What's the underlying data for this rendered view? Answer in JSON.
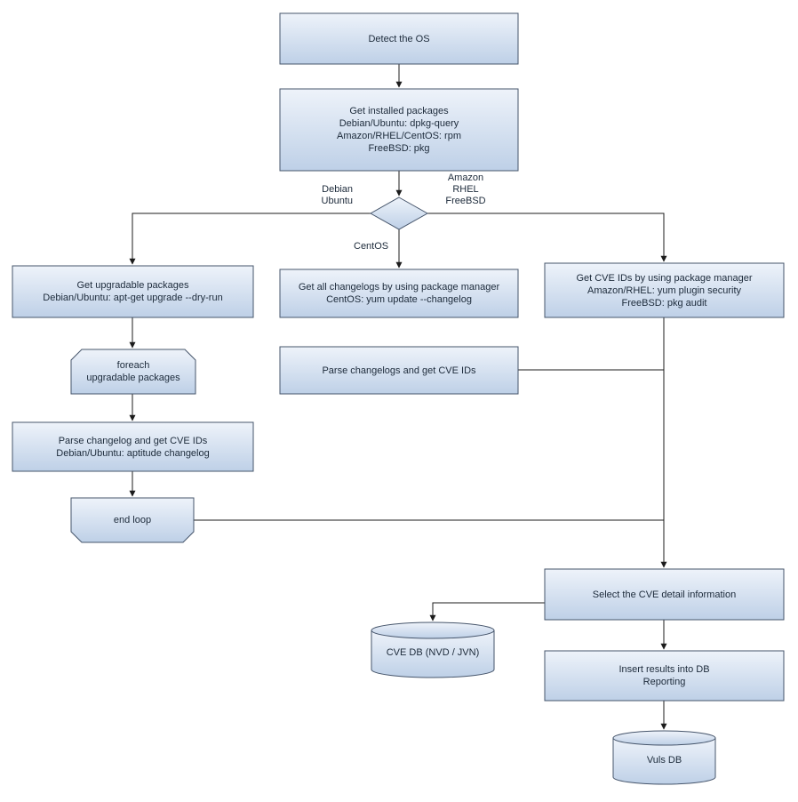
{
  "nodes": {
    "detect_os": {
      "lines": [
        "Detect the OS"
      ]
    },
    "get_installed_packages": {
      "lines": [
        "Get installed packages",
        "Debian/Ubuntu: dpkg-query",
        "Amazon/RHEL/CentOS: rpm",
        "FreeBSD: pkg"
      ]
    },
    "get_upgradable_packages": {
      "lines": [
        "Get upgradable packages",
        "Debian/Ubuntu: apt-get upgrade --dry-run"
      ]
    },
    "get_all_changelogs": {
      "lines": [
        "Get all changelogs by using package manager",
        "CentOS: yum update --changelog"
      ]
    },
    "get_cve_ids": {
      "lines": [
        "Get CVE IDs by using package manager",
        "Amazon/RHEL: yum plugin security",
        "FreeBSD: pkg audit"
      ]
    },
    "foreach_loop": {
      "lines": [
        "foreach",
        "upgradable  packages"
      ]
    },
    "parse_changelogs": {
      "lines": [
        "Parse changelogs and get CVE IDs"
      ]
    },
    "parse_changelog": {
      "lines": [
        "Parse changelog and get  CVE IDs",
        "Debian/Ubuntu: aptitude changelog"
      ]
    },
    "end_loop": {
      "lines": [
        "end loop"
      ]
    },
    "select_cve_detail": {
      "lines": [
        "Select the CVE detail information"
      ]
    },
    "cve_db": {
      "lines": [
        "CVE DB (NVD / JVN)"
      ]
    },
    "insert_results": {
      "lines": [
        "Insert results into DB",
        "Reporting"
      ]
    },
    "vuls_db": {
      "lines": [
        "Vuls DB"
      ]
    }
  },
  "edge_labels": {
    "debian_ubuntu": "Debian\nUbuntu",
    "amazon_rhel_freebsd": "Amazon\nRHEL\nFreeBSD",
    "centos": "CentOS"
  },
  "colors": {
    "node_fill_top": "#eef3fa",
    "node_fill_bottom": "#bed0e7",
    "node_border": "#46556b",
    "connector": "#1c1c1c",
    "text": "#1c2a3a",
    "background": "#ffffff"
  }
}
